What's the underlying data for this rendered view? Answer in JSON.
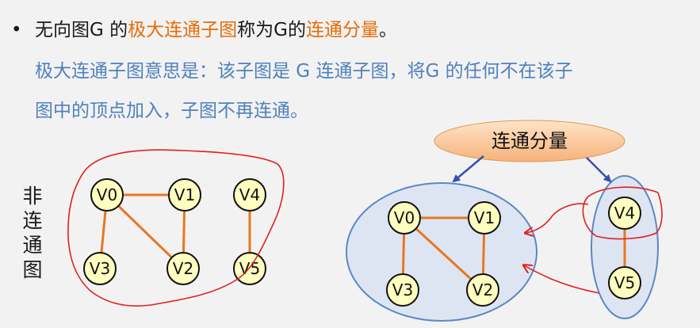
{
  "heading": {
    "bullet": "•",
    "part1": "无向图G 的",
    "term": "极大连通子图",
    "part2": "称为G的",
    "term2": "连通分量",
    "part3": "。"
  },
  "explanation": {
    "line1": "极大连通子图意思是：该子图是 G 连通子图，将G 的任何不在该子",
    "line2": "图中的顶点加入，子图不再连通。"
  },
  "left_label": [
    "非",
    "连",
    "通",
    "图"
  ],
  "callout": {
    "text": "连通分量"
  },
  "left_graph": {
    "nodes": [
      {
        "id": "V0",
        "label": "V0"
      },
      {
        "id": "V1",
        "label": "V1"
      },
      {
        "id": "V4",
        "label": "V4"
      },
      {
        "id": "V3",
        "label": "V3"
      },
      {
        "id": "V2",
        "label": "V2"
      },
      {
        "id": "V5",
        "label": "V5"
      }
    ],
    "edges": [
      [
        "V0",
        "V1"
      ],
      [
        "V0",
        "V3"
      ],
      [
        "V0",
        "V2"
      ],
      [
        "V1",
        "V2"
      ],
      [
        "V4",
        "V5"
      ]
    ]
  },
  "right_graph": {
    "nodes": [
      {
        "id": "V0",
        "label": "V0"
      },
      {
        "id": "V1",
        "label": "V1"
      },
      {
        "id": "V3",
        "label": "V3"
      },
      {
        "id": "V2",
        "label": "V2"
      },
      {
        "id": "V4",
        "label": "V4"
      },
      {
        "id": "V5",
        "label": "V5"
      }
    ],
    "edges": [
      [
        "V0",
        "V1"
      ],
      [
        "V0",
        "V3"
      ],
      [
        "V0",
        "V2"
      ],
      [
        "V1",
        "V2"
      ],
      [
        "V4",
        "V5"
      ]
    ]
  },
  "colors": {
    "highlight": "#e46c0a",
    "explanation": "#4f81bd",
    "edge": "#e87722",
    "node_fill": "#ffffc0",
    "annotation": "#e02020",
    "component_border": "#5b87c5"
  }
}
